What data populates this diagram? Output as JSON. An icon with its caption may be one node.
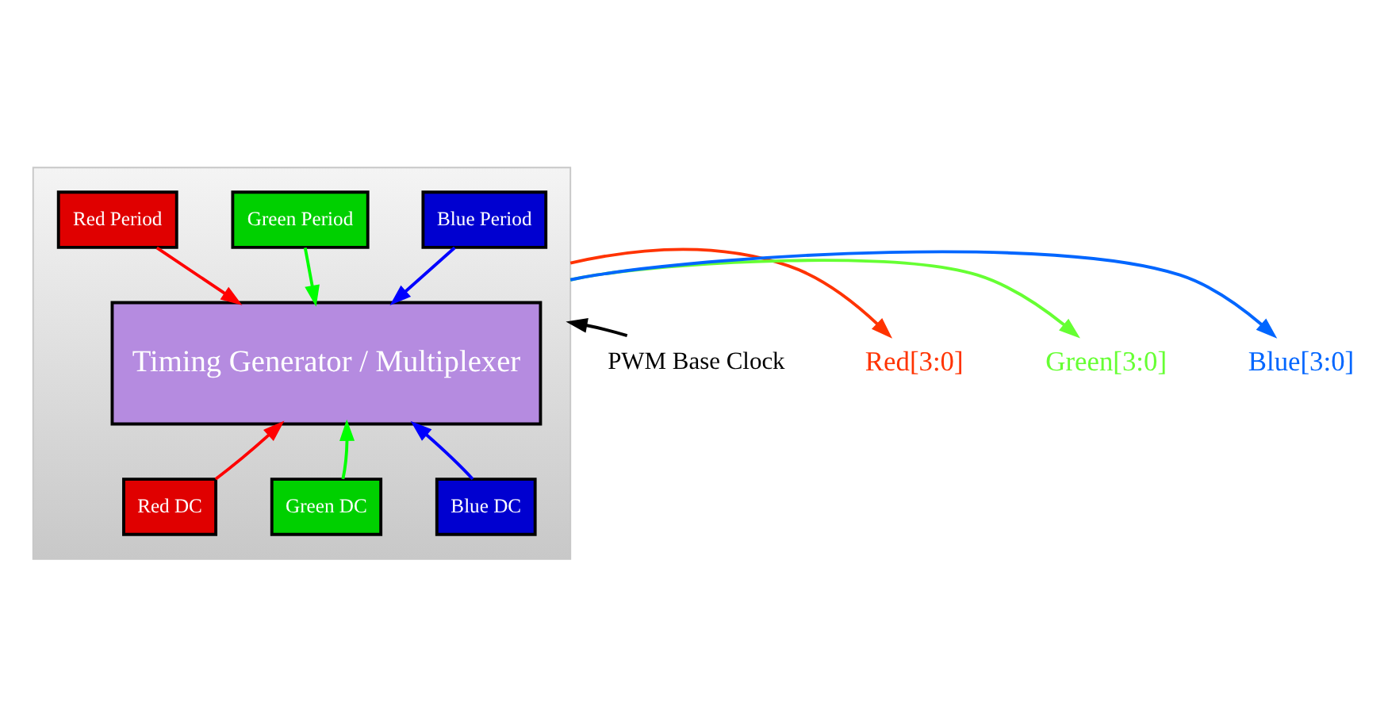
{
  "diagram": {
    "nodes": [
      {
        "text": [],
        "shape": "box"
      },
      {
        "text": [
          "Red Period"
        ],
        "in": 0
      },
      {
        "text": [
          "Green Period"
        ],
        "in": 0
      },
      {
        "text": [
          "Blue Period"
        ],
        "in": 0
      },
      {
        "text": [
          "Timing Generator / Multiplexer"
        ],
        "in": 0
      },
      {
        "text": [
          "Red DC"
        ],
        "in": 0
      },
      {
        "text": [
          "Green DC"
        ],
        "in": 0
      },
      {
        "text": [
          "Blue DC"
        ],
        "in": 0
      },
      {
        "text": [
          "PWM Base Clock"
        ]
      },
      {
        "text": [
          "Red[3:0]"
        ]
      },
      {
        "text": [
          "Green[3:0]"
        ]
      },
      {
        "text": [
          "Blue[3:0]"
        ]
      }
    ],
    "edges": [
      {
        "from": 8,
        "to": 0,
        "arrow": "to",
        "color": "#000000"
      },
      {
        "from": 1,
        "to": 4,
        "arrow": "to",
        "color": "#ff0000"
      },
      {
        "from": 2,
        "to": 4,
        "arrow": "to",
        "color": "#00ff00"
      },
      {
        "from": 3,
        "to": 4,
        "arrow": "to",
        "color": "#0000ff"
      },
      {
        "from": 5,
        "to": 4,
        "arrow": "to",
        "color": "#ff0000"
      },
      {
        "from": 6,
        "to": 4,
        "arrow": "to",
        "color": "#00ff00"
      },
      {
        "from": 7,
        "to": 4,
        "arrow": "to",
        "color": "#0000ff"
      },
      {
        "from": 0,
        "to": 9,
        "arrow": "to",
        "color": "#ff3300"
      },
      {
        "from": 0,
        "to": 10,
        "arrow": "to",
        "color": "#66ff33"
      },
      {
        "from": 0,
        "to": 11,
        "arrow": "to",
        "color": "#0066ff"
      }
    ]
  }
}
